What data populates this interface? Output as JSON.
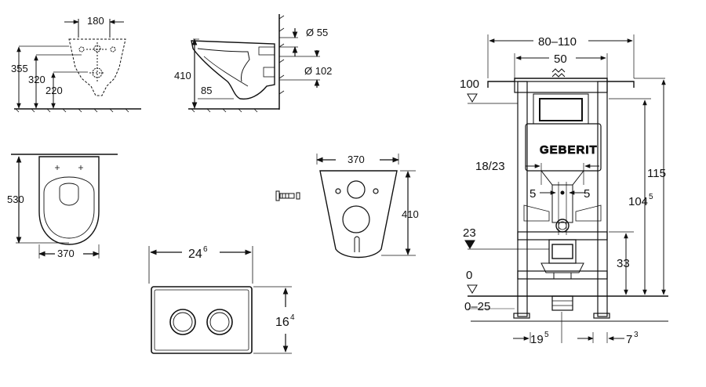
{
  "drawing": {
    "top_view": {
      "width": "180",
      "h1": "355",
      "h2": "320",
      "h3": "220"
    },
    "side_view": {
      "height": "410",
      "offset": "85",
      "d1": "Ø 55",
      "d2": "Ø 102"
    },
    "plan_view": {
      "depth": "530",
      "width": "370"
    },
    "wall_plate": {
      "width": "370",
      "height": "410"
    },
    "flush_plate": {
      "width_base": "24",
      "width_sup": "6",
      "height_base": "16",
      "height_sup": "4"
    },
    "frame": {
      "width_range": "80–110",
      "inner_width": "50",
      "level_top": "100",
      "brand": "GEBERIT",
      "spacing": "18/23",
      "offset_left": "5",
      "offset_right": "5",
      "height_total": "115",
      "height_inner_base": "104",
      "height_inner_sup": "5",
      "level_23": "23",
      "dim_33": "33",
      "level_0": "0",
      "floor_range": "0–25",
      "bottom_left_base": "19",
      "bottom_left_sup": "5",
      "bottom_right_base": "7",
      "bottom_right_sup": "3"
    }
  }
}
